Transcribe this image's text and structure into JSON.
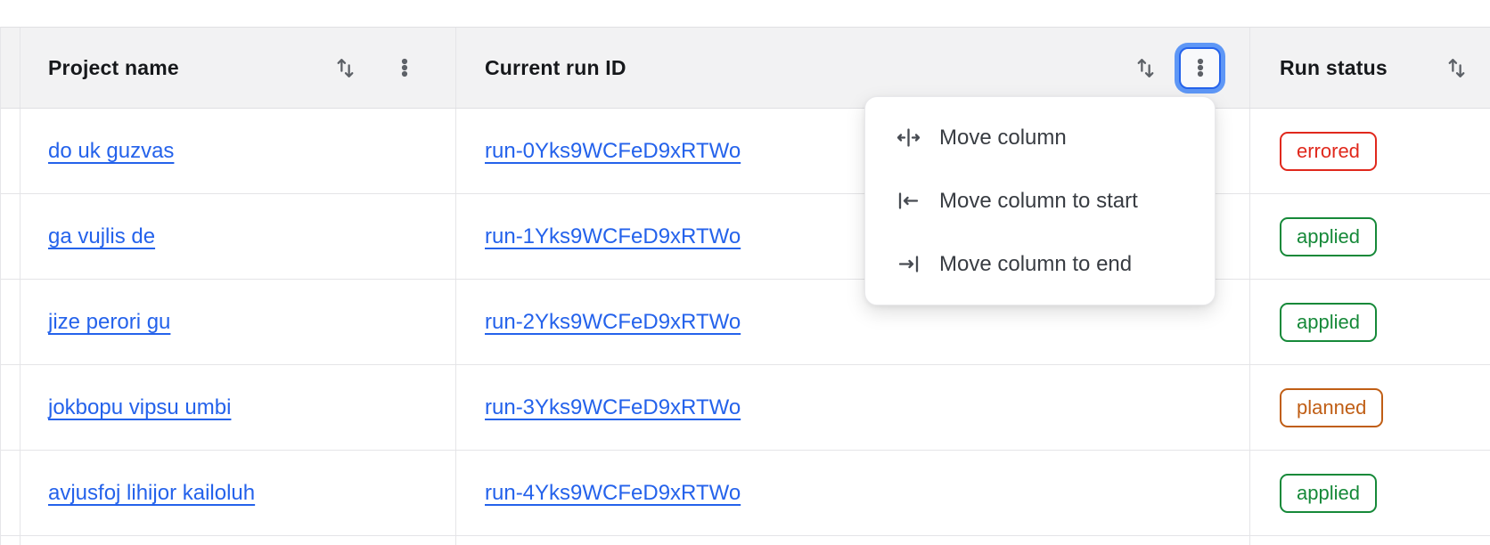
{
  "table": {
    "columns": [
      {
        "label": ""
      },
      {
        "label": "Project name"
      },
      {
        "label": "Current run ID"
      },
      {
        "label": "Run status"
      }
    ],
    "rows": [
      {
        "project_name": "do uk guzvas",
        "run_id": "run-0Yks9WCFeD9xRTWo",
        "status": "errored"
      },
      {
        "project_name": "ga vujlis de",
        "run_id": "run-1Yks9WCFeD9xRTWo",
        "status": "applied"
      },
      {
        "project_name": "jize perori gu",
        "run_id": "run-2Yks9WCFeD9xRTWo",
        "status": "applied"
      },
      {
        "project_name": "jokbopu vipsu umbi",
        "run_id": "run-3Yks9WCFeD9xRTWo",
        "status": "planned"
      },
      {
        "project_name": "avjusfoj lihijor kailoluh",
        "run_id": "run-4Yks9WCFeD9xRTWo",
        "status": "applied"
      }
    ]
  },
  "column_menu": {
    "items": [
      {
        "label": "Move column"
      },
      {
        "label": "Move column to start"
      },
      {
        "label": "Move column to end"
      }
    ]
  },
  "status_colors": {
    "errored": "#e0281c",
    "applied": "#168939",
    "planned": "#c05e15"
  },
  "colors": {
    "link": "#2462eb",
    "header_bg": "#f2f2f3",
    "focus_ring": "#5e97f6",
    "focus_border": "#2563eb"
  }
}
